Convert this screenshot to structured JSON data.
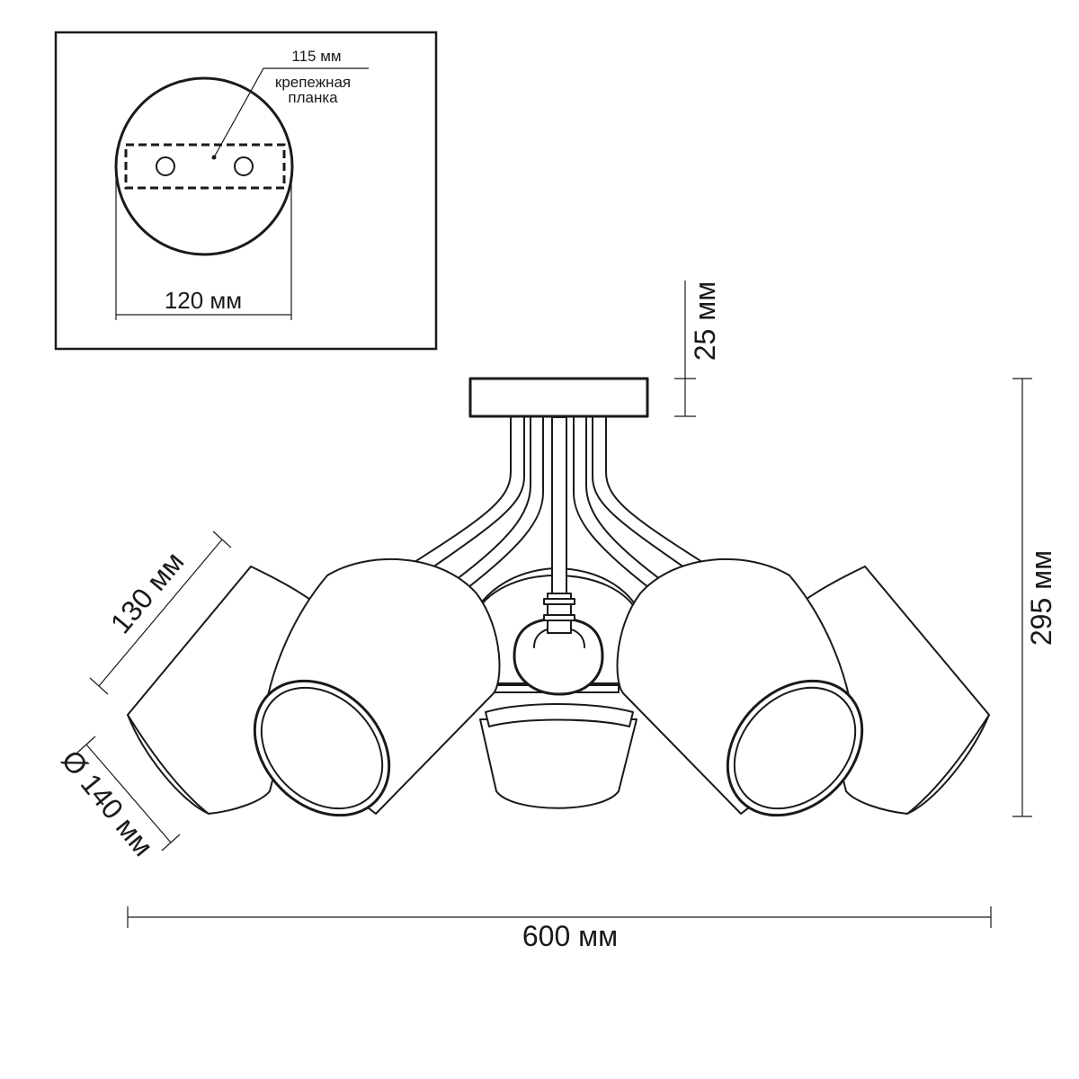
{
  "inset": {
    "dimension_plate": "115 мм",
    "plate_label_line1": "крепежная",
    "plate_label_line2": "планка",
    "dimension_base": "120 мм"
  },
  "dimensions": {
    "canopy_height": "25 мм",
    "total_height": "295 мм",
    "shade_height": "130 мм",
    "shade_diameter": "Ø 140 мм",
    "total_width": "600 мм"
  }
}
